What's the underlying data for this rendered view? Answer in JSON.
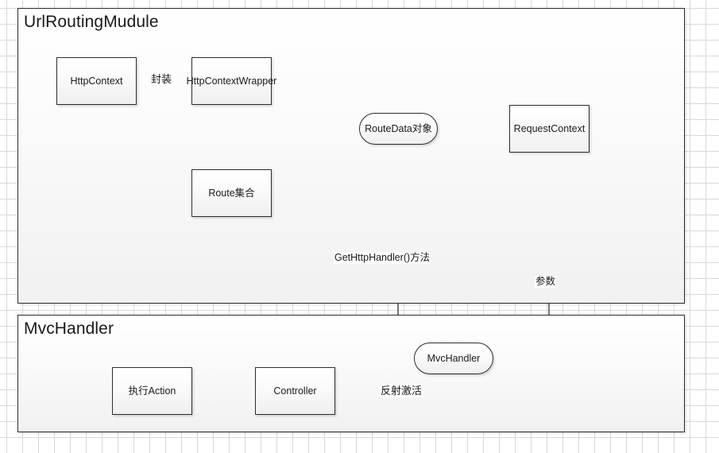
{
  "diagram": {
    "title_top": "UrlRoutingMudule",
    "title_bottom": "MvcHandler",
    "nodes": {
      "http_context": "HttpContext",
      "http_context_wrapper": "HttpContextWrapper",
      "route_collection": "Route集合",
      "route_data": "RouteData对象",
      "request_context": "RequestContext",
      "mvc_handler": "MvcHandler",
      "controller": "Controller",
      "execute_action": "执行Action"
    },
    "edge_labels": {
      "encapsulate": "封装",
      "get_http_handler": "GetHttpHandler()方法",
      "parameter": "参数",
      "reflection_activate": "反射激活"
    },
    "colors": {
      "stroke": "#2b2b2b",
      "line": "#333333",
      "grid": "#d8d8d8",
      "node_fill_top": "#ffffff",
      "node_fill_bottom": "#efefef",
      "text": "#1a1a1a"
    }
  }
}
